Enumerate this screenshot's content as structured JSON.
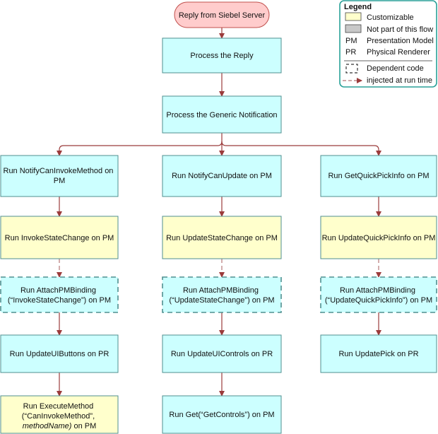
{
  "colors": {
    "process_fill": "#ccffff",
    "customizable_fill": "#ffffcc",
    "start_fill": "#ffcccc",
    "start_stroke": "#c0504d",
    "box_stroke": "#4f8f8f",
    "arrow": "#9b3b3b",
    "legend_border": "#2aa198",
    "not_part_fill": "#c8c8c8"
  },
  "nodes": {
    "start": "Reply from Siebel Server",
    "process_reply": "Process the Reply",
    "process_generic": "Process the Generic Notification",
    "c1": [
      [
        "Run NotifyCanInvokeMethod on",
        "PM"
      ],
      [
        "Run InvokeStateChange on PM"
      ],
      [
        "Run AttachPMBinding",
        "(“InvokeStateChange”) on PM"
      ],
      [
        "Run UpdateUIButtons on PR"
      ],
      [
        "Run ExecuteMethod",
        "(“CanInvokeMethod”,",
        "methodName) on PM"
      ]
    ],
    "c2": [
      [
        "Run NotifyCanUpdate on PM"
      ],
      [
        "Run UpdateStateChange on PM"
      ],
      [
        "Run AttachPMBinding",
        "(“UpdateStateChange”) on PM"
      ],
      [
        "Run UpdateUIControls on PR"
      ],
      [
        "Run Get(“GetControls”) on PM"
      ]
    ],
    "c3": [
      [
        "Run GetQuickPickInfo on PM"
      ],
      [
        "Run UpdateQuickPickInfo on PM"
      ],
      [
        "Run AttachPMBinding",
        "(“UpdateQuickPickInfo”) on PM"
      ],
      [
        "Run UpdatePick on PR"
      ]
    ]
  },
  "legend": {
    "title": "Legend",
    "customizable": "Customizable",
    "not_part": "Not part of this flow",
    "pm_abbr": "PM",
    "pm_full": "Presentation Model",
    "pr_abbr": "PR",
    "pr_full": "Physical Renderer",
    "dependent_1": "Dependent code",
    "dependent_2": "injected at run time"
  }
}
